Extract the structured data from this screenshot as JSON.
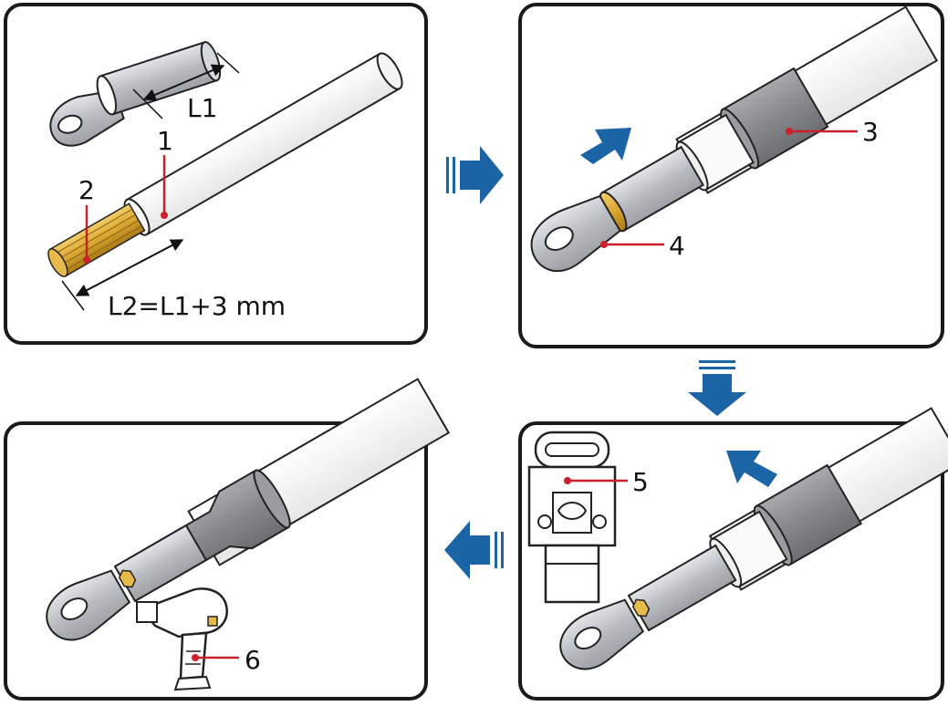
{
  "panels": [
    {
      "id": "strip",
      "labels": {
        "length_lug": "L1",
        "strip_length": "L2=L1+3 mm",
        "callout_1": "1",
        "callout_2": "2"
      }
    },
    {
      "id": "insert",
      "labels": {
        "callout_3": "3",
        "callout_4": "4"
      }
    },
    {
      "id": "crimp",
      "labels": {
        "callout_5": "5"
      }
    },
    {
      "id": "heat",
      "labels": {
        "callout_6": "6"
      }
    }
  ],
  "colors": {
    "frame": "#1a1a1a",
    "arrow_blue": "#1b64a6",
    "callout_red": "#cc1f2a",
    "copper": "#d9a631",
    "metal": "#c6c9cd",
    "cable": "#f2f2f2",
    "sleeve": "#8d8f92"
  }
}
